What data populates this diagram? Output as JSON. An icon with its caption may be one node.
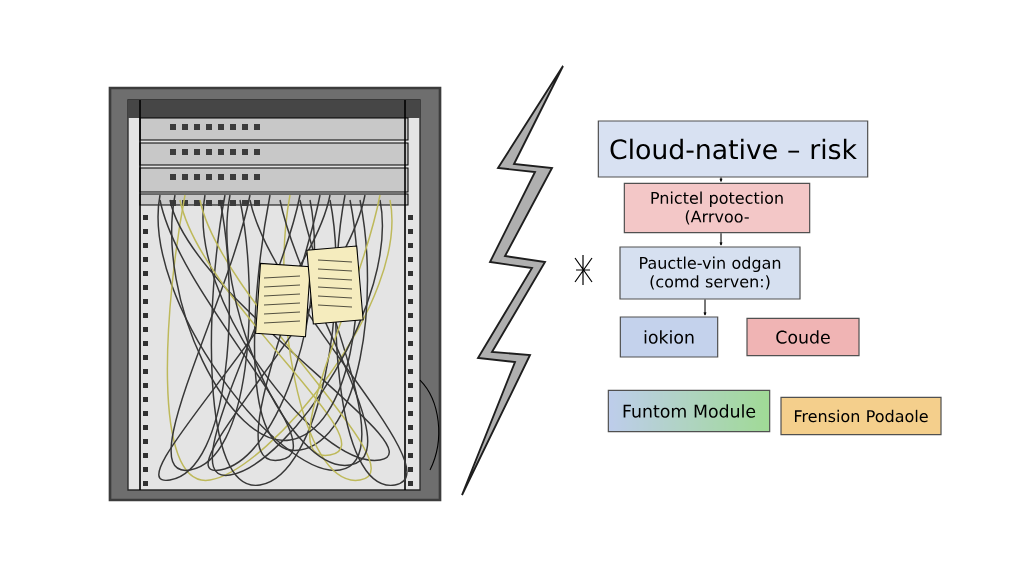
{
  "diagram": {
    "nodes": [
      {
        "text": [
          "Cloud-native – risk"
        ]
      },
      {
        "text": [
          "Pnictel potection (Arrvoo-"
        ]
      },
      {
        "text": [
          "Pauctle-vin odgan (comd serven:)"
        ]
      },
      {
        "text": [
          "iokion"
        ]
      },
      {
        "text": [
          "Coude"
        ]
      },
      {
        "text": [
          "Funtom Module"
        ]
      },
      {
        "text": [
          "Frension Podaole"
        ]
      }
    ],
    "edges": [
      {
        "from": 0,
        "to": 1,
        "arrow": "to"
      },
      {
        "from": 1,
        "to": 2,
        "arrow": "to"
      },
      {
        "from": 2,
        "to": 3,
        "arrow": "to"
      }
    ]
  }
}
